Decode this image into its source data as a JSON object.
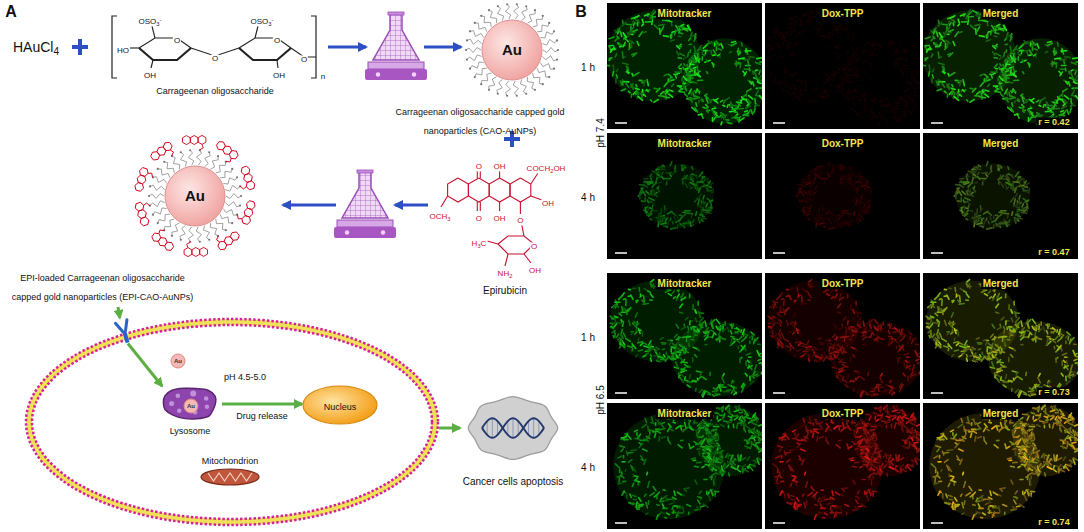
{
  "diagram": {
    "nodes": [
      {
        "text": [
          "Au",
          "Carrageenan oligosaccharide capped gold nanoparticles (CAO-AuNPs)"
        ]
      },
      {
        "text": [
          "Au",
          "EPI-loaded Carrageenan oligosaccharide capped gold nanoparticles (EPI-CAO-AuNPs)"
        ]
      },
      {
        "text": [
          "pH 4.5-5.0"
        ]
      },
      {
        "text": [
          "Lysosome"
        ],
        "in": 2
      },
      {
        "text": [
          "Nucleus"
        ],
        "in": 2
      },
      {
        "text": [
          "Mitochondrion"
        ],
        "in": 2
      },
      {
        "text": [
          "Cancer cells apoptosis"
        ]
      },
      {
        "text": [
          "Mitotracker"
        ]
      },
      {
        "text": [
          "Dox-TPP"
        ]
      },
      {
        "text": [
          "Merged",
          "r = 0.42"
        ]
      },
      {
        "text": [
          "Mitotracker"
        ]
      },
      {
        "text": [
          "Dox-TPP"
        ]
      },
      {
        "text": [
          "Merged",
          "r = 0.47"
        ]
      },
      {
        "text": [
          "Mitotracker"
        ]
      },
      {
        "text": [
          "Dox-TPP"
        ]
      },
      {
        "text": [
          "Merged",
          "r = 0.73"
        ]
      },
      {
        "text": [
          "Mitotracker"
        ]
      },
      {
        "text": [
          "Dox-TPP"
        ]
      },
      {
        "text": [
          "Merged",
          "r = 0.74"
        ]
      }
    ],
    "edges": [
      {
        "from": 1,
        "to": 2,
        "arrow": "to"
      },
      {
        "from": 3,
        "to": 4,
        "label": "Drug release",
        "arrow": "to"
      },
      {
        "from": 2,
        "to": 6,
        "arrow": "to"
      }
    ],
    "labels": [
      "A",
      "HAuCl4",
      "OSO3-",
      "O",
      "HO",
      "OH",
      "O",
      "O",
      "OSO3-",
      "O",
      "OH",
      "n",
      "Carrageenan oligosaccharide",
      "O",
      "OH",
      "COCH2OH",
      "OH",
      "OCH3",
      "O",
      "OH",
      "O",
      "O",
      "H3C",
      "NH2",
      "OH",
      "Epirubicin",
      "Au",
      "Au",
      "B",
      "1 h",
      "pH 7.4",
      "4 h",
      "1 h",
      "pH 6.5",
      "4 h"
    ]
  }
}
